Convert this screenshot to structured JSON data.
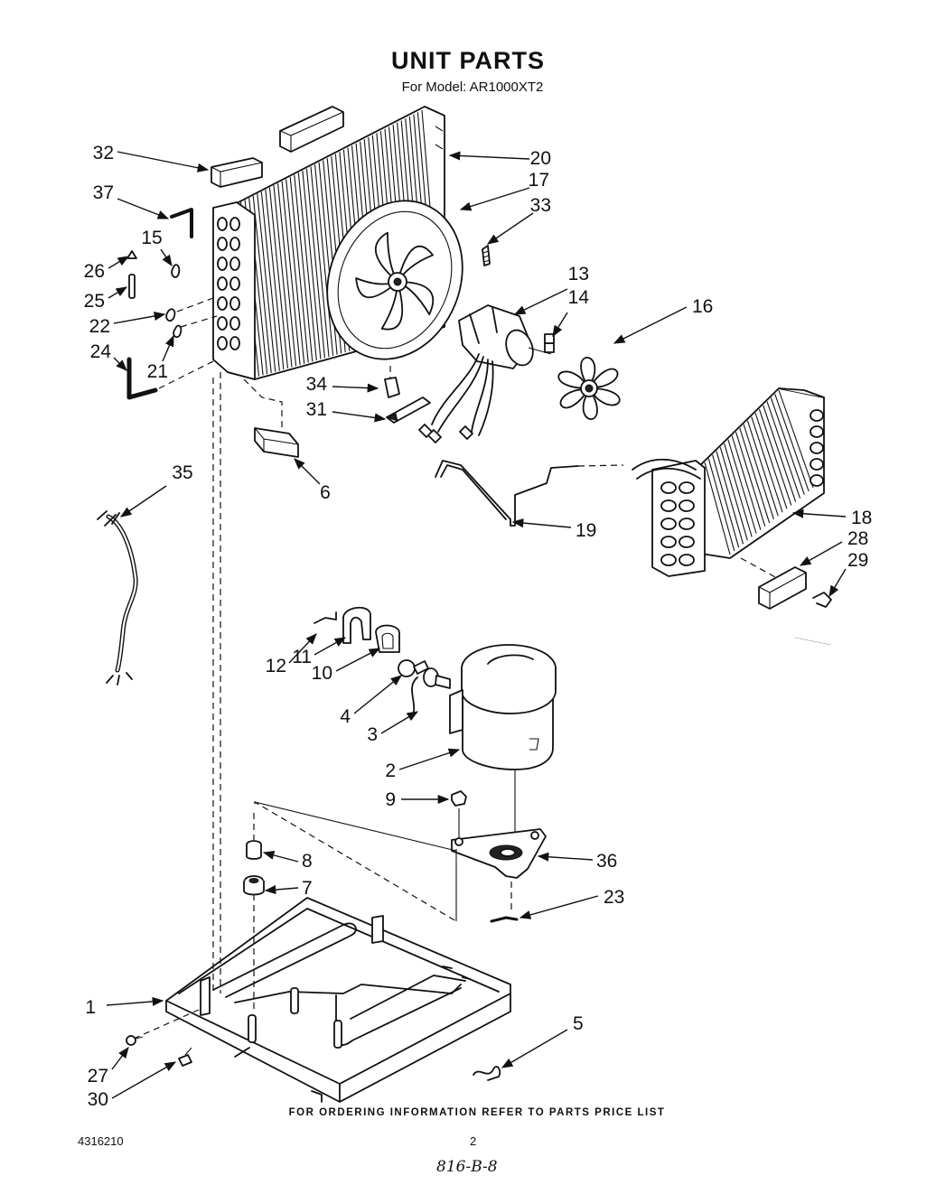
{
  "header": {
    "title": "UNIT PARTS",
    "subtitle": "For Model: AR1000XT2"
  },
  "callouts": [
    "1",
    "2",
    "3",
    "4",
    "5",
    "6",
    "7",
    "8",
    "9",
    "10",
    "11",
    "12",
    "13",
    "14",
    "15",
    "16",
    "17",
    "18",
    "19",
    "20",
    "21",
    "22",
    "23",
    "24",
    "25",
    "26",
    "27",
    "28",
    "29",
    "30",
    "31",
    "32",
    "33",
    "34",
    "35",
    "36",
    "37"
  ],
  "footer": {
    "ordering_note": "FOR ORDERING INFORMATION REFER TO PARTS PRICE LIST",
    "document_number": "4316210",
    "page_number": "2",
    "handwritten_note": "816-B-8"
  }
}
